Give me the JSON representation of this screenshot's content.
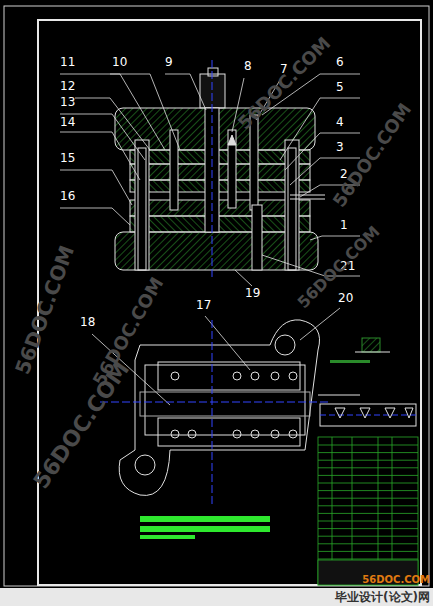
{
  "diagram": {
    "labels": [
      "11",
      "10",
      "9",
      "8",
      "7",
      "6",
      "5",
      "4",
      "3",
      "2",
      "1",
      "12",
      "13",
      "14",
      "15",
      "16",
      "21",
      "19",
      "20",
      "17",
      "18",
      "56DOC.COM",
      "56DOC.COM",
      "56DOC.COM",
      "56DOC.COM",
      "56DOC.COM",
      "56DOC.COM",
      "56DOC.COM",
      "毕业设计(论文)网"
    ]
  }
}
